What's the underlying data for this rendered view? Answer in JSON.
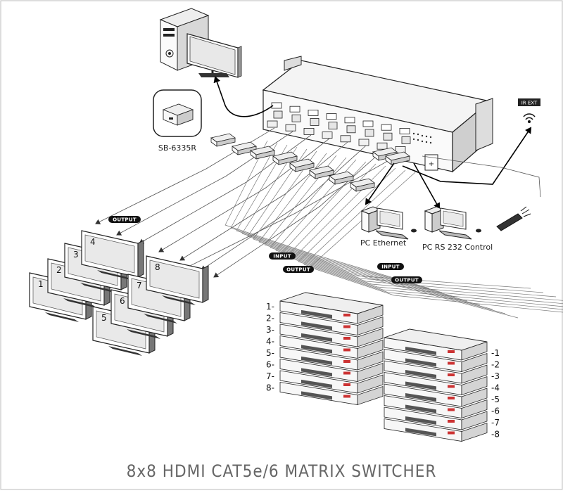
{
  "diagram": {
    "title": "8x8 HDMI CAT5e/6 MATRIX SWITCHER",
    "labels": {
      "rs_box": "SB-6335R",
      "pc_ethernet": "PC  Ethernet",
      "pc_rs232": "PC  RS 232 Control",
      "ir_ext": "IR EXT"
    },
    "tags": {
      "output_left": "OUTPUT",
      "input_center": "INPUT",
      "output_center": "OUTPUT",
      "input_right": "INPUT",
      "output_right": "OUTPUT"
    },
    "displays": [
      "1",
      "2",
      "3",
      "4",
      "5",
      "6",
      "7",
      "8"
    ],
    "left_source_labels": [
      "1-",
      "2-",
      "3-",
      "4-",
      "5-",
      "6-",
      "7-",
      "8-"
    ],
    "right_source_labels": [
      "-1",
      "-2",
      "-3",
      "-4",
      "-5",
      "-6",
      "-7",
      "-8"
    ]
  }
}
